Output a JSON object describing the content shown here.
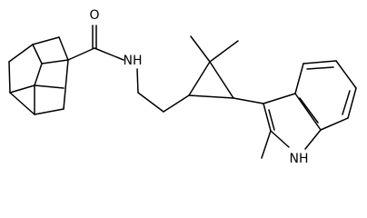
{
  "atoms": {
    "carbonyl_oxygen": "O",
    "amide_nh": "NH",
    "indole_nh": "NH"
  },
  "colors": {
    "bond": "#000000",
    "label": "#000000",
    "background": "#ffffff"
  }
}
